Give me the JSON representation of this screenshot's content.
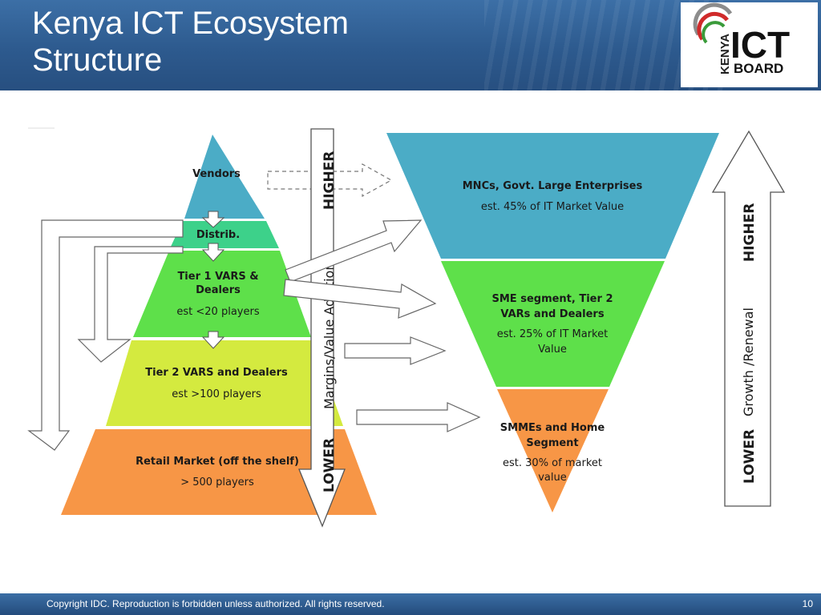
{
  "header": {
    "title_line1": "Kenya ICT Ecosystem",
    "title_line2": "Structure"
  },
  "logo": {
    "kenya": "KENYA",
    "ict": "ICT",
    "board": "BOARD"
  },
  "pyramid": {
    "vendors": "Vendors",
    "distrib": "Distrib.",
    "tier1_line1": "Tier 1 VARS &",
    "tier1_line2": "Dealers",
    "tier1_sub": "est <20 players",
    "tier2": "Tier 2 VARS and Dealers",
    "tier2_sub": "est >100 players",
    "retail": "Retail Market (off the shelf)",
    "retail_sub": "> 500 players"
  },
  "margins_arrow": {
    "higher": "HIGHER",
    "label": "Margins/Value Addition",
    "lower": "LOWER"
  },
  "funnel": {
    "mnc": "MNCs, Govt. Large Enterprises",
    "mnc_sub": "est. 45% of IT Market Value",
    "sme_line1": "SME segment, Tier 2",
    "sme_line2": "VARs and Dealers",
    "sme_sub_line1": "est. 25% of IT Market",
    "sme_sub_line2": "Value",
    "smme_line1": "SMMEs and  Home",
    "smme_line2": "Segment",
    "smme_sub_line1": "est. 30% of market",
    "smme_sub_line2": "value"
  },
  "growth_arrow": {
    "higher": "HIGHER",
    "label": "Growth   /Renewal",
    "lower": "LOWER"
  },
  "footer": {
    "copyright": "Copyright IDC. Reproduction is forbidden unless authorized. All rights reserved.",
    "page_number": "10"
  },
  "colors": {
    "header_blue": "#2d5a8e",
    "vendors_blue": "#4bacc6",
    "distrib_teal": "#3dd18a",
    "tier1_green": "#5ee04a",
    "tier2_lime": "#d4ea3f",
    "retail_orange": "#f79646"
  }
}
